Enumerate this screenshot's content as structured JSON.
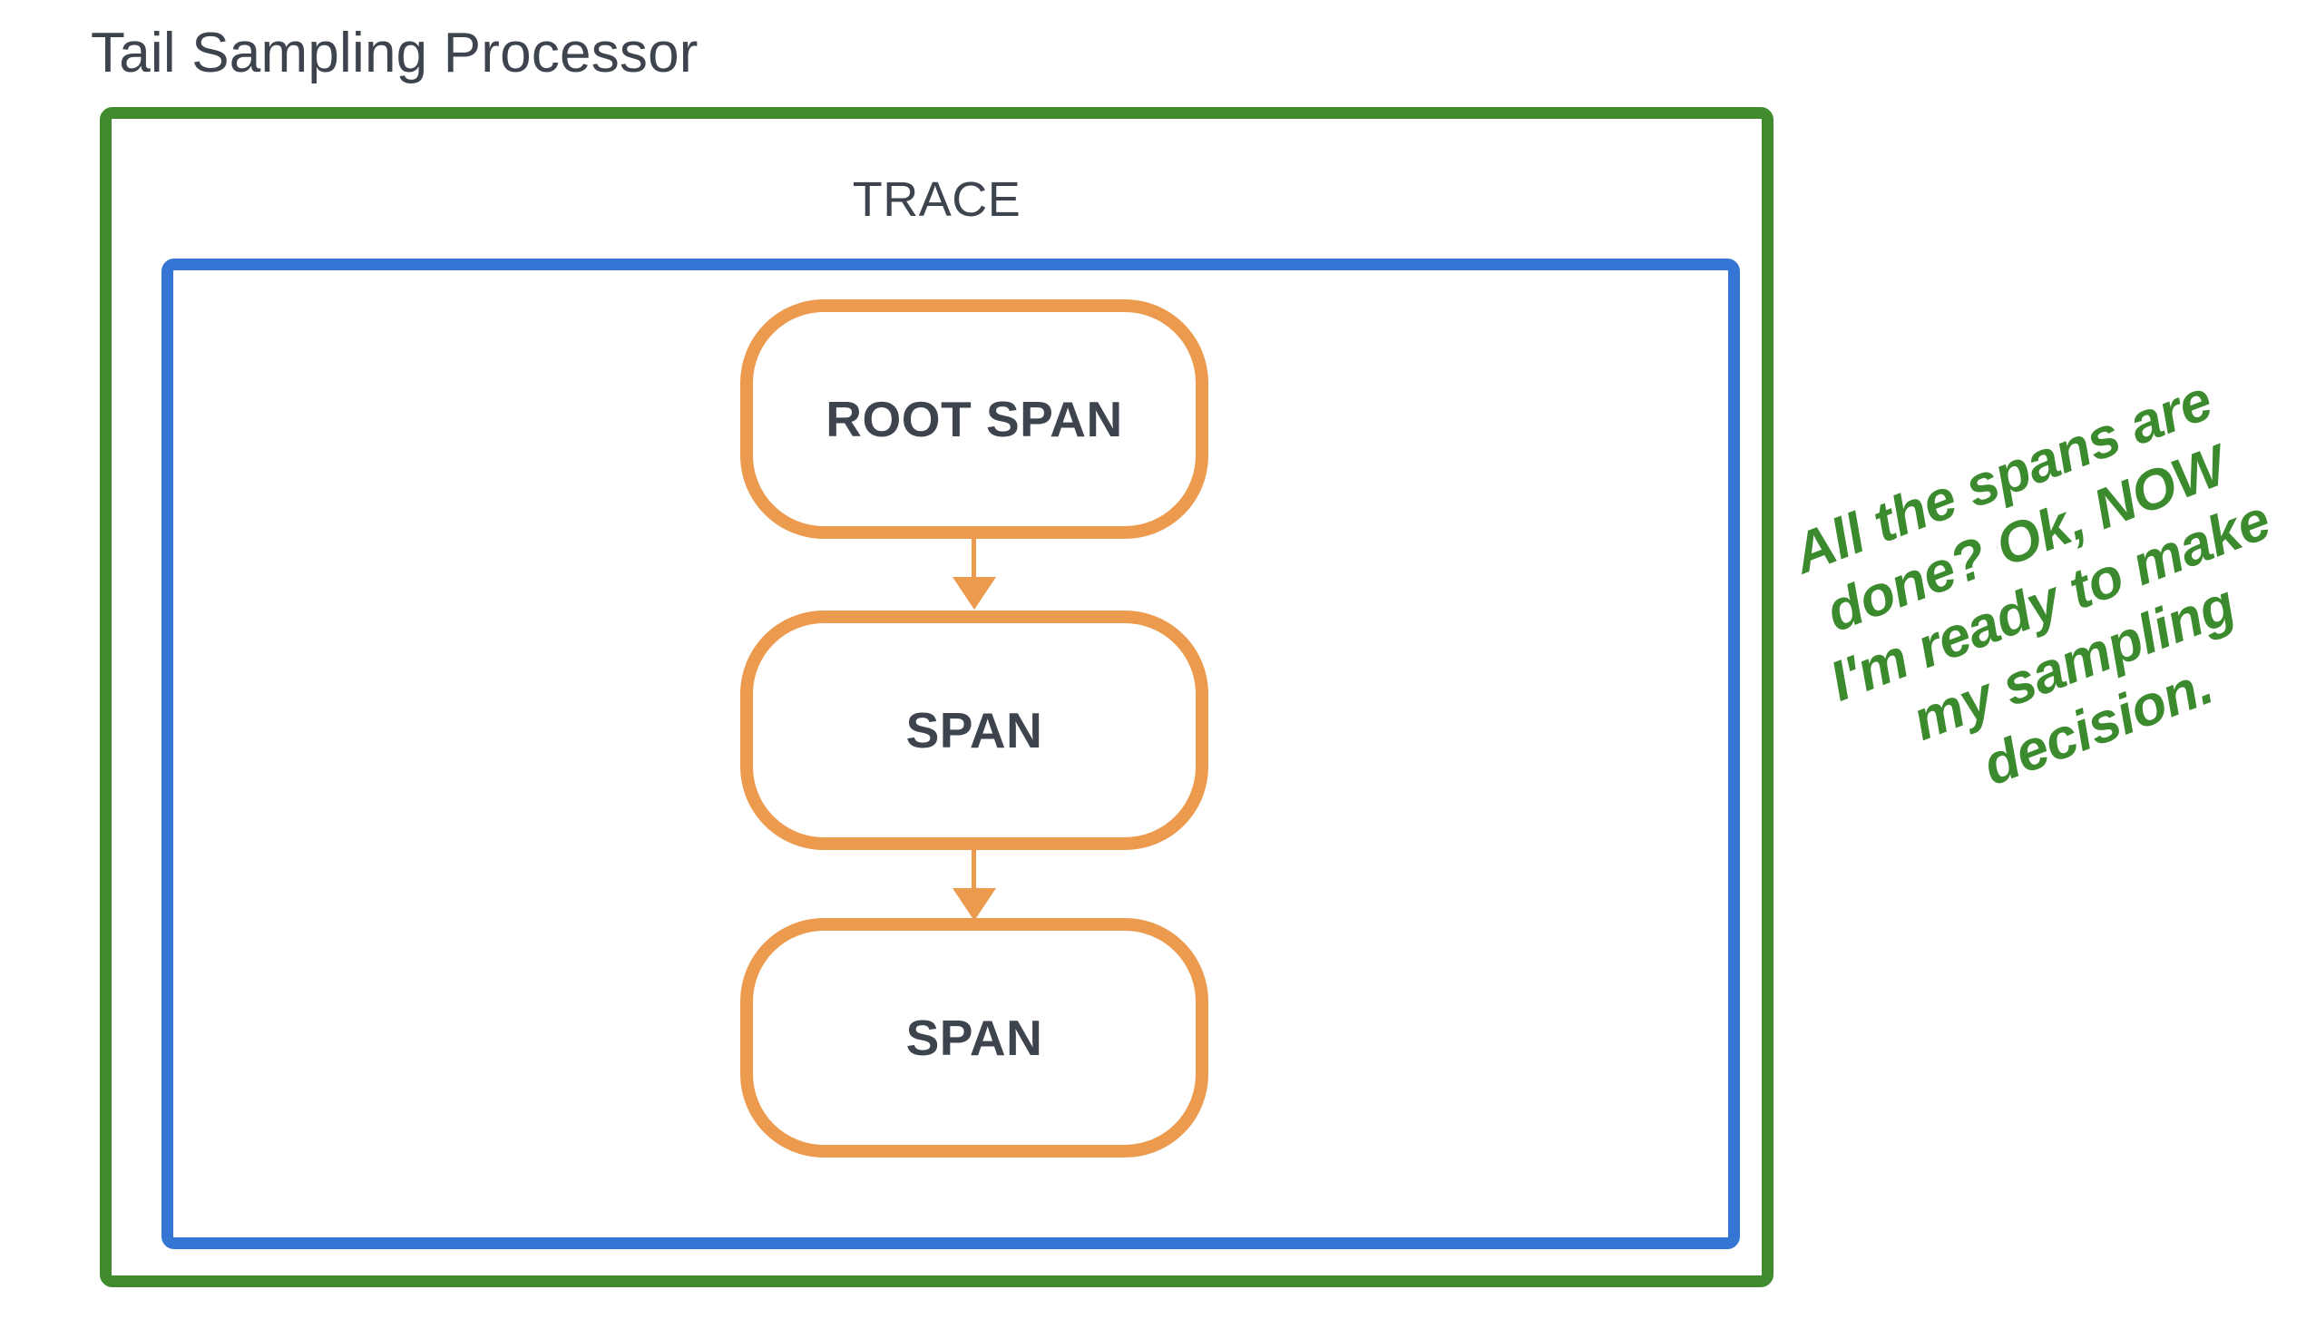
{
  "diagram": {
    "title": "Tail Sampling Processor",
    "outer_container": {
      "label": "Tail Sampling Processor",
      "border_color": "#3f8b2e"
    },
    "trace_container": {
      "label": "TRACE",
      "border_color": "#3575d3"
    },
    "spans": [
      {
        "id": "root-span",
        "label": "ROOT SPAN"
      },
      {
        "id": "child-span-1",
        "label": "SPAN"
      },
      {
        "id": "child-span-2",
        "label": "SPAN"
      }
    ],
    "connectors": [
      {
        "id": "arrow-root-to-span-1",
        "from": "root-span",
        "to": "child-span-1",
        "color": "#eb9a4e"
      },
      {
        "id": "arrow-span-1-to-span-2",
        "from": "child-span-1",
        "to": "child-span-2",
        "color": "#eb9a4e"
      }
    ],
    "annotation": {
      "text": "All the spans are done? Ok, NOW I'm ready to make my sampling decision.",
      "color": "#3c8a2e",
      "rotation_deg": -21
    },
    "colors": {
      "green": "#3f8b2e",
      "blue": "#3575d3",
      "orange": "#eb9a4e",
      "text_dark": "#3d444d",
      "background": "#ffffff"
    }
  }
}
